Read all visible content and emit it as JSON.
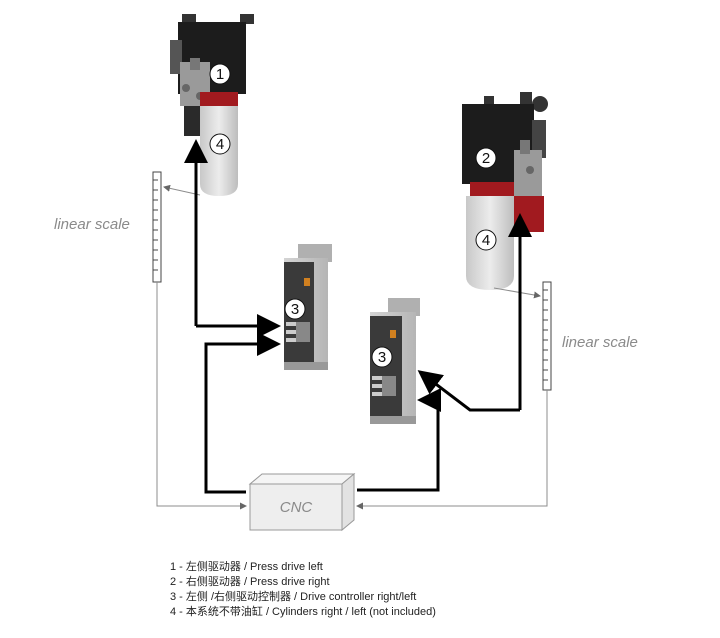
{
  "labels": {
    "linear_scale_left": "linear scale",
    "linear_scale_right": "linear scale",
    "cnc": "CNC"
  },
  "badges": {
    "press_left_top": "1",
    "press_left_bottom": "4",
    "press_right_top": "2",
    "press_right_bottom": "4",
    "drive_left": "3",
    "drive_right": "3"
  },
  "legend": [
    "1 - 左侧驱动器 / Press drive left",
    "2 - 右侧驱动器 / Press drive right",
    "3 - 左侧 /右侧驱动控制器 / Drive controller right/left",
    "4 - 本系统不带油缸 / Cylinders right / left (not included)"
  ],
  "colors": {
    "motor_dark": "#1c1c1c",
    "accent_red": "#a11a1f",
    "cylinder_grey": "#d9d9d9",
    "cnc_box": "#eeeeee",
    "signal_line": "#000000",
    "feedback_line": "#8c8c8c"
  }
}
